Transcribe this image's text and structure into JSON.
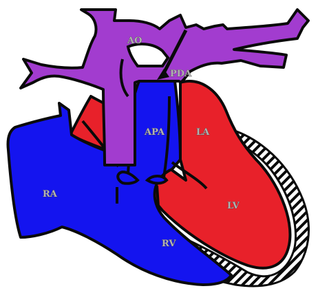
{
  "labels": {
    "ao": "AO",
    "pda": "PDA",
    "apa": "APA",
    "la": "LA",
    "ra": "RA",
    "lv": "LV",
    "rv": "RV"
  },
  "colors": {
    "vessel_purple": "#a23ccf",
    "right_heart_blue": "#1414ef",
    "left_heart_red": "#e8212a",
    "outline": "#0a0a0a",
    "label_grey": "#b2b2b2"
  }
}
